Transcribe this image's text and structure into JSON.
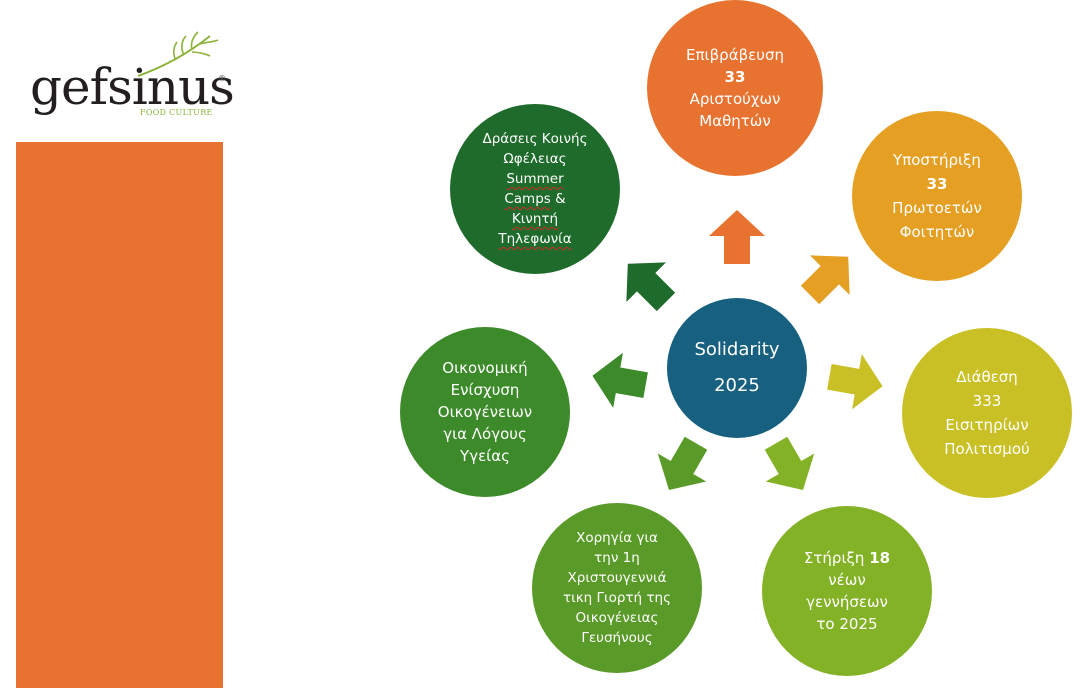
{
  "logo": {
    "name": "gefsinus",
    "registered_mark": "®",
    "tagline": "FOOD CULTURE",
    "colors": {
      "text": "#231f20",
      "accent": "#8db33a"
    }
  },
  "side_bar": {
    "color": "#e8722f"
  },
  "hub": {
    "line1": "Solidarity",
    "line2": "2025",
    "color": "#17607f"
  },
  "nodes": [
    {
      "id": "top",
      "color": "#e8722f",
      "lines": [
        {
          "text": "Επιβράβευση"
        },
        {
          "text": "33",
          "bold": true
        },
        {
          "text": "Αριστούχων"
        },
        {
          "text": "Μαθητών"
        }
      ]
    },
    {
      "id": "top-right",
      "color": "#e59f22",
      "lines": [
        {
          "text": "Υποστήριξη"
        },
        {
          "text": "33",
          "bold": true
        },
        {
          "text": "Πρωτοετών"
        },
        {
          "text": "Φοιτητών"
        }
      ]
    },
    {
      "id": "right",
      "color": "#c9c026",
      "lines": [
        {
          "text": "Διάθεση"
        },
        {
          "text": "333"
        },
        {
          "text": "Εισιτηρίων"
        },
        {
          "text": "Πολιτισμού"
        }
      ]
    },
    {
      "id": "bottom-right",
      "color": "#84b226",
      "lines": [
        {
          "text": "Στήριξη ",
          "suffix": "18",
          "suffix_bold": true
        },
        {
          "text": "νέων"
        },
        {
          "text": "γεννήσεων"
        },
        {
          "text": "το 2025"
        }
      ]
    },
    {
      "id": "bottom-left",
      "color": "#5a9a28",
      "lines": [
        {
          "text": "Χορηγία για"
        },
        {
          "text": "την 1η"
        },
        {
          "text": "Χριστουγεννιά"
        },
        {
          "text": "τικη Γιορτή της"
        },
        {
          "text": "Οικογένειας"
        },
        {
          "text": "Γευσήνους"
        }
      ]
    },
    {
      "id": "left",
      "color": "#3c8a2a",
      "lines": [
        {
          "text": "Οικονομική"
        },
        {
          "text": "Ενίσχυση"
        },
        {
          "text": "Οικογένειων"
        },
        {
          "text": "για Λόγους"
        },
        {
          "text": "Υγείας"
        }
      ]
    },
    {
      "id": "top-left",
      "color": "#1e6b2b",
      "lines": [
        {
          "text": "Δράσεις Κοινής"
        },
        {
          "text": "Ωφέλειας"
        },
        {
          "text": "Summer",
          "wavy": true
        },
        {
          "text": "Camps",
          "wavy": true,
          "suffix": " &"
        },
        {
          "text": "Κινητή",
          "wavy": true
        },
        {
          "text": "Τηλεφωνία",
          "wavy": true
        }
      ]
    }
  ],
  "arrows": [
    {
      "target": "top",
      "color": "#e8722f"
    },
    {
      "target": "top-right",
      "color": "#e59f22"
    },
    {
      "target": "right",
      "color": "#c9c026"
    },
    {
      "target": "bottom-right",
      "color": "#84b226"
    },
    {
      "target": "bottom-left",
      "color": "#5a9a28"
    },
    {
      "target": "left",
      "color": "#3c8a2a"
    },
    {
      "target": "top-left",
      "color": "#1e6b2b"
    }
  ]
}
